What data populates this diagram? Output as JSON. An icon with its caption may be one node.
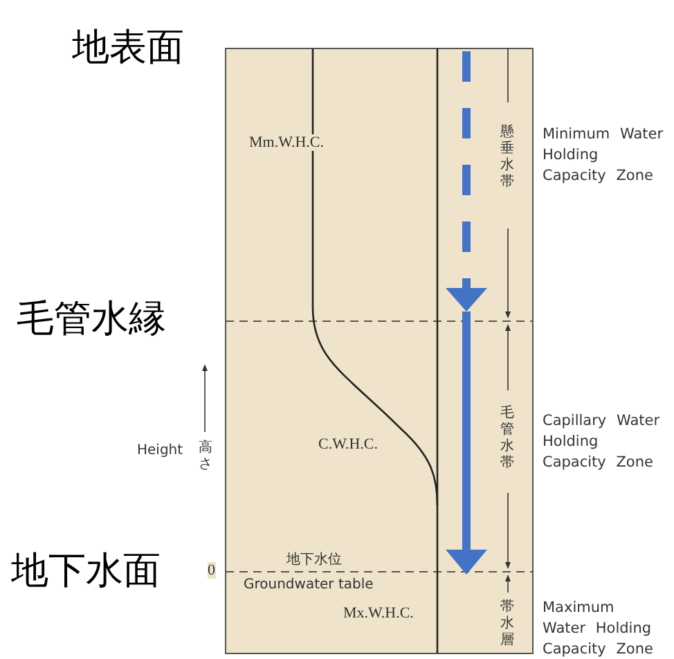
{
  "diagram": {
    "labels": [
      "地表面",
      "Mm.W.H.C.",
      "懸垂水帯",
      "Minimum Water Holding Capacity Zone",
      "毛管水縁",
      "Height",
      "高さ",
      "C.W.H.C.",
      "毛管水帯",
      "Capillary Water Holding Capacity Zone",
      "地下水面",
      "地下水位",
      "0",
      "Groundwater table",
      "Mx.W.H.C.",
      "帯水層",
      "Maximum Water Holding Capacity Zone"
    ]
  }
}
